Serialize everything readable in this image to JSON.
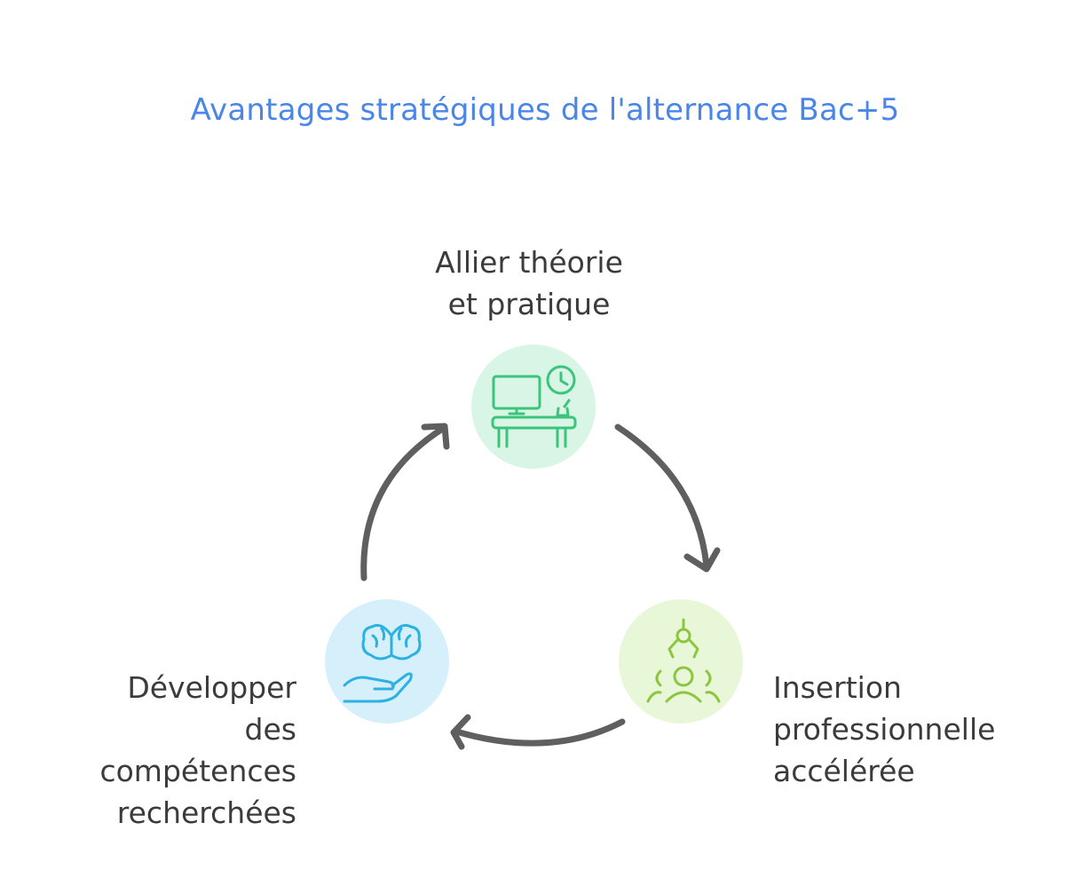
{
  "title": "Avantages stratégiques de l'alternance Bac+5",
  "nodes": [
    {
      "id": "top",
      "lines": [
        "Allier théorie",
        "et pratique"
      ],
      "icon": "desk-computer-clock-icon",
      "circle_color": "#d8f5e6",
      "icon_color": "#3cc47c"
    },
    {
      "id": "right",
      "lines": [
        "Insertion",
        "professionnelle",
        "accélérée"
      ],
      "icon": "robot-arm-people-icon",
      "circle_color": "#e9f7d9",
      "icon_color": "#8cc63f"
    },
    {
      "id": "left",
      "lines": [
        "Développer",
        "des",
        "compétences",
        "recherchées"
      ],
      "icon": "brain-hand-icon",
      "circle_color": "#d5f0fb",
      "icon_color": "#2cb1e3"
    }
  ],
  "arrow_color": "#5f5f5f"
}
